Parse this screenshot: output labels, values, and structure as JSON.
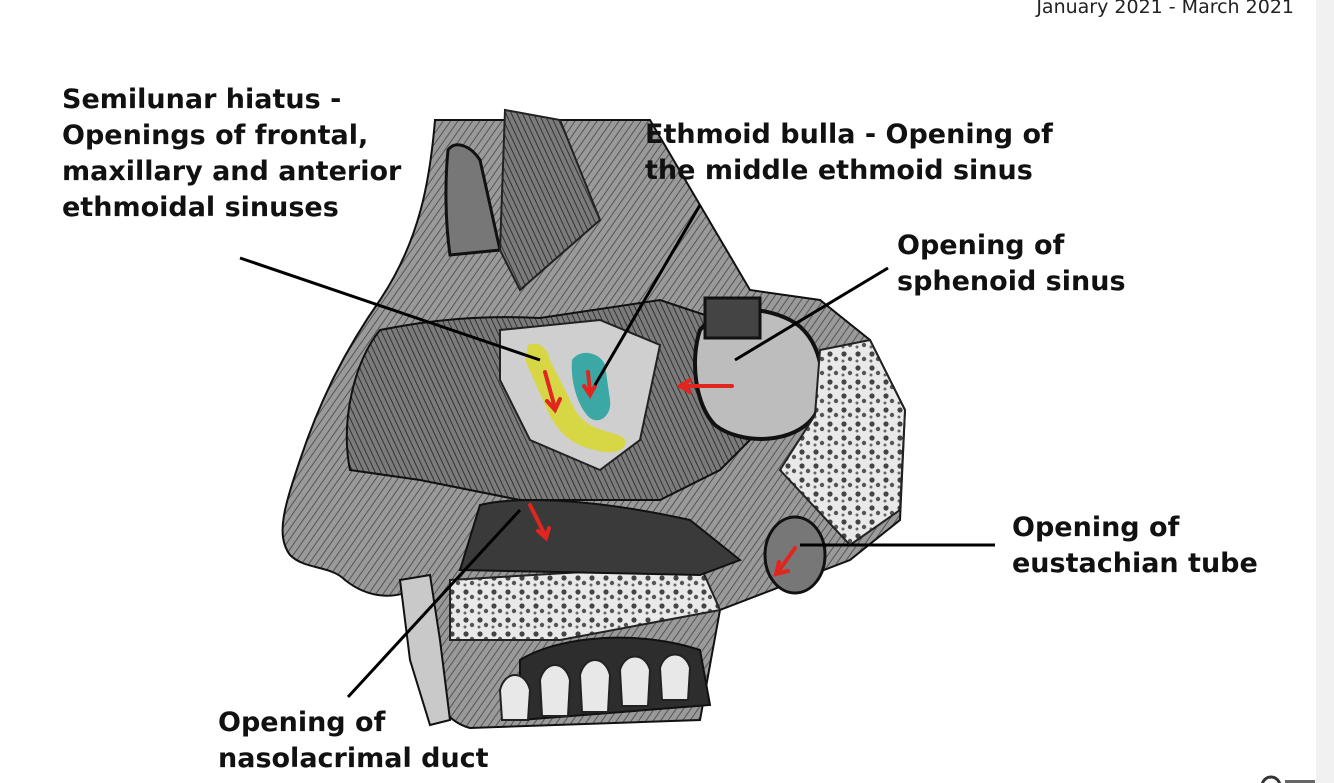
{
  "header": {
    "date_range": "January 2021 - March 2021"
  },
  "labels": {
    "semilunar_hiatus": [
      "Semilunar hiatus -",
      "Openings of frontal,",
      "maxillary and anterior",
      "ethmoidal sinuses"
    ],
    "ethmoid_bulla": [
      "Ethmoid bulla - Opening of",
      "the middle ethmoid sinus"
    ],
    "sphenoid": [
      "Opening of",
      "sphenoid sinus"
    ],
    "eustachian": [
      "Opening of",
      "eustachian tube"
    ],
    "nasolacrimal": [
      "Opening of",
      "nasolacrimal duct"
    ]
  },
  "colors": {
    "semilunar_highlight": "#d8d83a",
    "bulla_highlight": "#2aa3a0",
    "arrow": "#e0261f",
    "leader_line": "#000000",
    "tissue_dark": "#2b2b2b",
    "tissue_mid": "#8a8a8a",
    "bone_light": "#e6e6e6"
  }
}
